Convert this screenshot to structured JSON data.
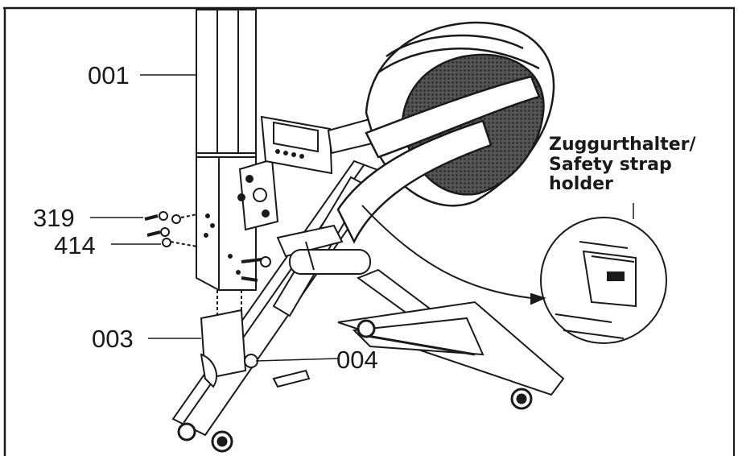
{
  "labels": {
    "part_001": "001",
    "part_319": "319",
    "part_414": "414",
    "part_003": "003",
    "part_004": "004"
  },
  "callout": {
    "line1": "Zuggurthalter/",
    "line2": "Safety strap",
    "line3": "holder"
  },
  "colors": {
    "ink": "#1a1a1a",
    "panel_gray": "#d9d9d9",
    "mesh_dark": "#3a3a3a"
  }
}
